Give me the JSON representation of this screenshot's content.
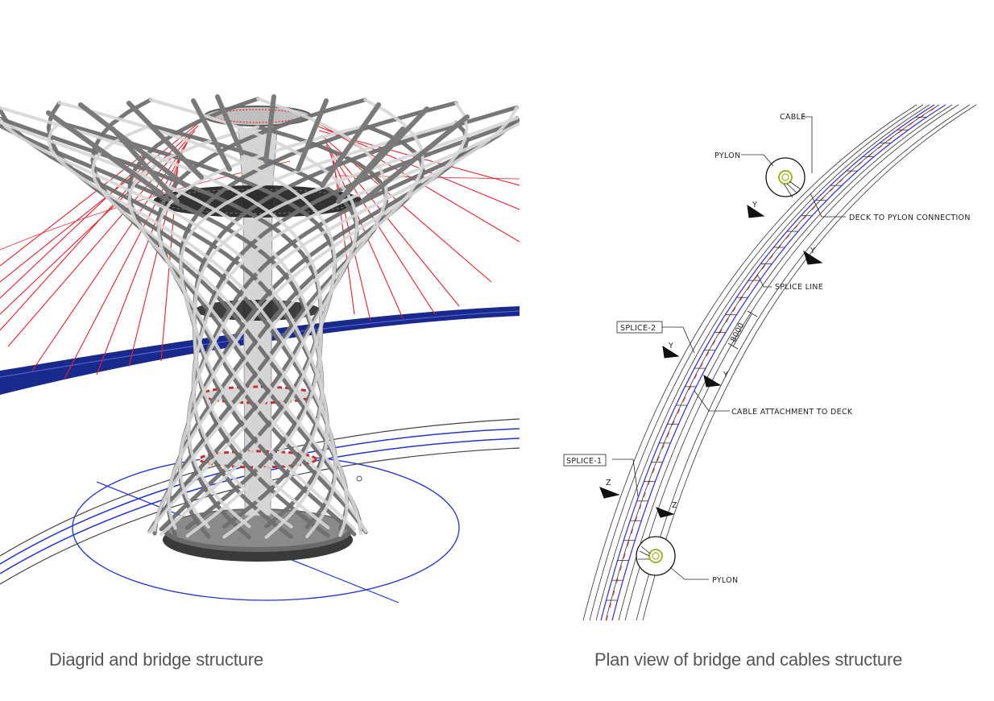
{
  "captions": {
    "left": "Diagrid and bridge structure",
    "right": "Plan view of bridge and cables structure"
  },
  "plan_labels": {
    "cable": "CABLE",
    "pylon_top": "PYLON",
    "deck_to_pylon": "DECK TO PYLON CONNECTION",
    "splice_line": "SPLICE LINE",
    "splice_2": "SPLICE-2",
    "dimension": "8000",
    "cable_attachment": "CABLE ATTACHMENT TO DECK",
    "splice_1": "SPLICE-1",
    "pylon_bottom": "PYLON",
    "section_y": "Y",
    "section_z": "Z"
  },
  "colors": {
    "cable_red": "#e8202a",
    "deck_blue": "#1a2a8c",
    "steel_gray": "#7a7a7a",
    "plan_blue": "#3a3adf"
  }
}
